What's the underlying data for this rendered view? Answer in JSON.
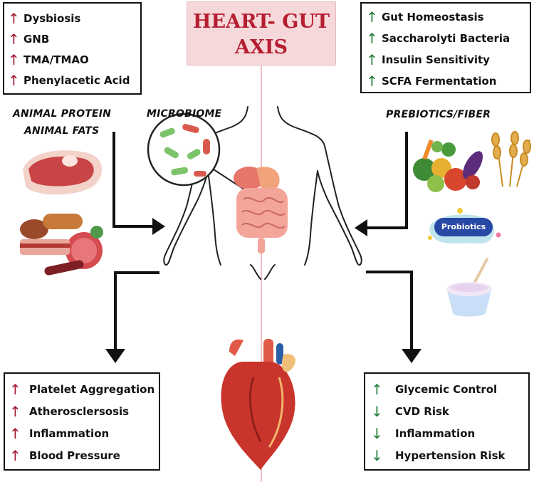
{
  "title": {
    "line1": "HEART- GUT",
    "line2": "AXIS"
  },
  "labels": {
    "animal": [
      "ANIMAL PROTEIN",
      "ANIMAL FATS"
    ],
    "microbiome": "MICROBIOME",
    "prebiotics": "PREBIOTICS/FIBER",
    "probiotics_tag": "Probiotics"
  },
  "top_left_box": [
    {
      "arrow": "↑",
      "text": "Dysbiosis"
    },
    {
      "arrow": "↑",
      "text": "GNB"
    },
    {
      "arrow": "↑",
      "text": "TMA/TMAO"
    },
    {
      "arrow": "↑",
      "text": "Phenylacetic Acid"
    }
  ],
  "top_right_box": [
    {
      "arrow": "↑",
      "text": "Gut Homeostasis"
    },
    {
      "arrow": "↑",
      "text": "Saccharolyti Bacteria"
    },
    {
      "arrow": "↑",
      "text": "Insulin Sensitivity"
    },
    {
      "arrow": "↑",
      "text": "SCFA Fermentation"
    }
  ],
  "bottom_left_box": [
    {
      "arrow": "↑",
      "text": "Platelet Aggregation"
    },
    {
      "arrow": "↑",
      "text": "Atherosclersosis"
    },
    {
      "arrow": "↑",
      "text": "Inflammation"
    },
    {
      "arrow": "↑",
      "text": "Blood Pressure"
    }
  ],
  "bottom_right_box": [
    {
      "arrow": "↑",
      "text": "Glycemic Control"
    },
    {
      "arrow": "↓",
      "text": "CVD Risk"
    },
    {
      "arrow": "↓",
      "text": "Inflammation"
    },
    {
      "arrow": "↓",
      "text": "Hypertension Risk"
    }
  ],
  "colors": {
    "increase_bad": "#a3162f",
    "beneficial": "#1d7a34",
    "title_text": "#b51e31",
    "title_bg": "#f6d8da"
  },
  "icons": [
    "meat-icon",
    "cured-meats-icon",
    "body-outline-icon",
    "microbiome-magnifier-icon",
    "digestive-organs-icon",
    "vegetables-icon",
    "wheat-icon",
    "probiotics-icon",
    "yogurt-icon",
    "heart-icon"
  ]
}
